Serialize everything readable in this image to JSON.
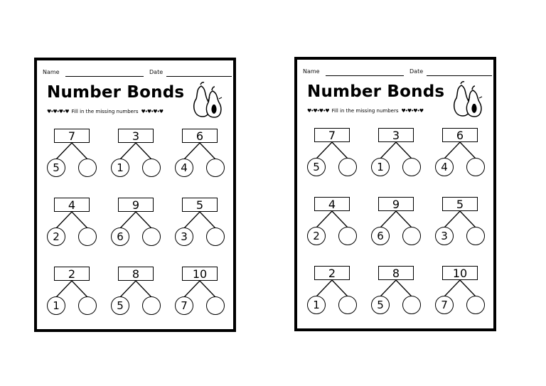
{
  "worksheets": [
    {
      "name_label": "Name",
      "date_label": "Date",
      "title": "Number Bonds",
      "instruction": "Fill in the missing numbers",
      "decoration": "♥•♥•♥•♥",
      "bonds": [
        {
          "whole": "7",
          "part1": "5",
          "part2": ""
        },
        {
          "whole": "3",
          "part1": "1",
          "part2": ""
        },
        {
          "whole": "6",
          "part1": "4",
          "part2": ""
        },
        {
          "whole": "4",
          "part1": "2",
          "part2": ""
        },
        {
          "whole": "9",
          "part1": "6",
          "part2": ""
        },
        {
          "whole": "5",
          "part1": "3",
          "part2": ""
        },
        {
          "whole": "2",
          "part1": "1",
          "part2": ""
        },
        {
          "whole": "8",
          "part1": "5",
          "part2": ""
        },
        {
          "whole": "10",
          "part1": "7",
          "part2": ""
        }
      ]
    },
    {
      "name_label": "Name",
      "date_label": "Date",
      "title": "Number Bonds",
      "instruction": "Fill in the missing numbers",
      "decoration": "♥•♥•♥•♥",
      "bonds": [
        {
          "whole": "7",
          "part1": "5",
          "part2": ""
        },
        {
          "whole": "3",
          "part1": "1",
          "part2": ""
        },
        {
          "whole": "6",
          "part1": "4",
          "part2": ""
        },
        {
          "whole": "4",
          "part1": "2",
          "part2": ""
        },
        {
          "whole": "9",
          "part1": "6",
          "part2": ""
        },
        {
          "whole": "5",
          "part1": "3",
          "part2": ""
        },
        {
          "whole": "2",
          "part1": "1",
          "part2": ""
        },
        {
          "whole": "8",
          "part1": "5",
          "part2": ""
        },
        {
          "whole": "10",
          "part1": "7",
          "part2": ""
        }
      ]
    }
  ]
}
